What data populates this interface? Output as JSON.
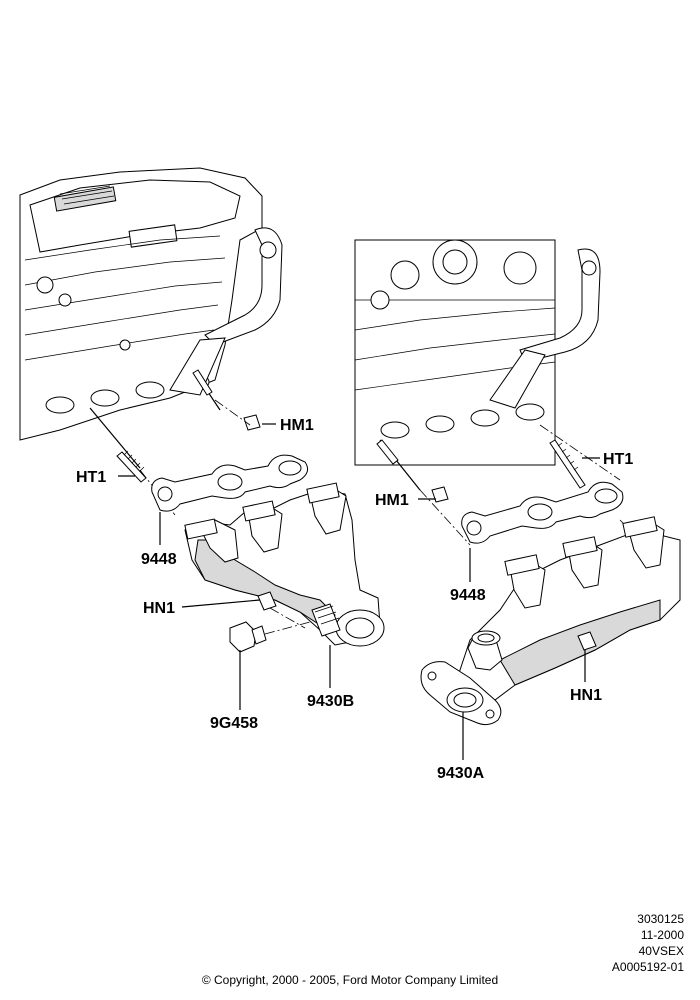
{
  "callouts": {
    "left_hm1": "HM1",
    "left_ht1": "HT1",
    "left_9448": "9448",
    "left_hn1": "HN1",
    "left_9g458": "9G458",
    "left_9430b": "9430B",
    "right_ht1": "HT1",
    "right_hm1": "HM1",
    "right_9448": "9448",
    "right_hn1": "HN1",
    "right_9430a": "9430A"
  },
  "reference": {
    "line1": "3030125",
    "line2": "11-2000",
    "line3": "40VSEX",
    "line4": "A0005192-01"
  },
  "footer": {
    "copyright": "© Copyright, 2000 - 2005, Ford Motor Company Limited"
  }
}
